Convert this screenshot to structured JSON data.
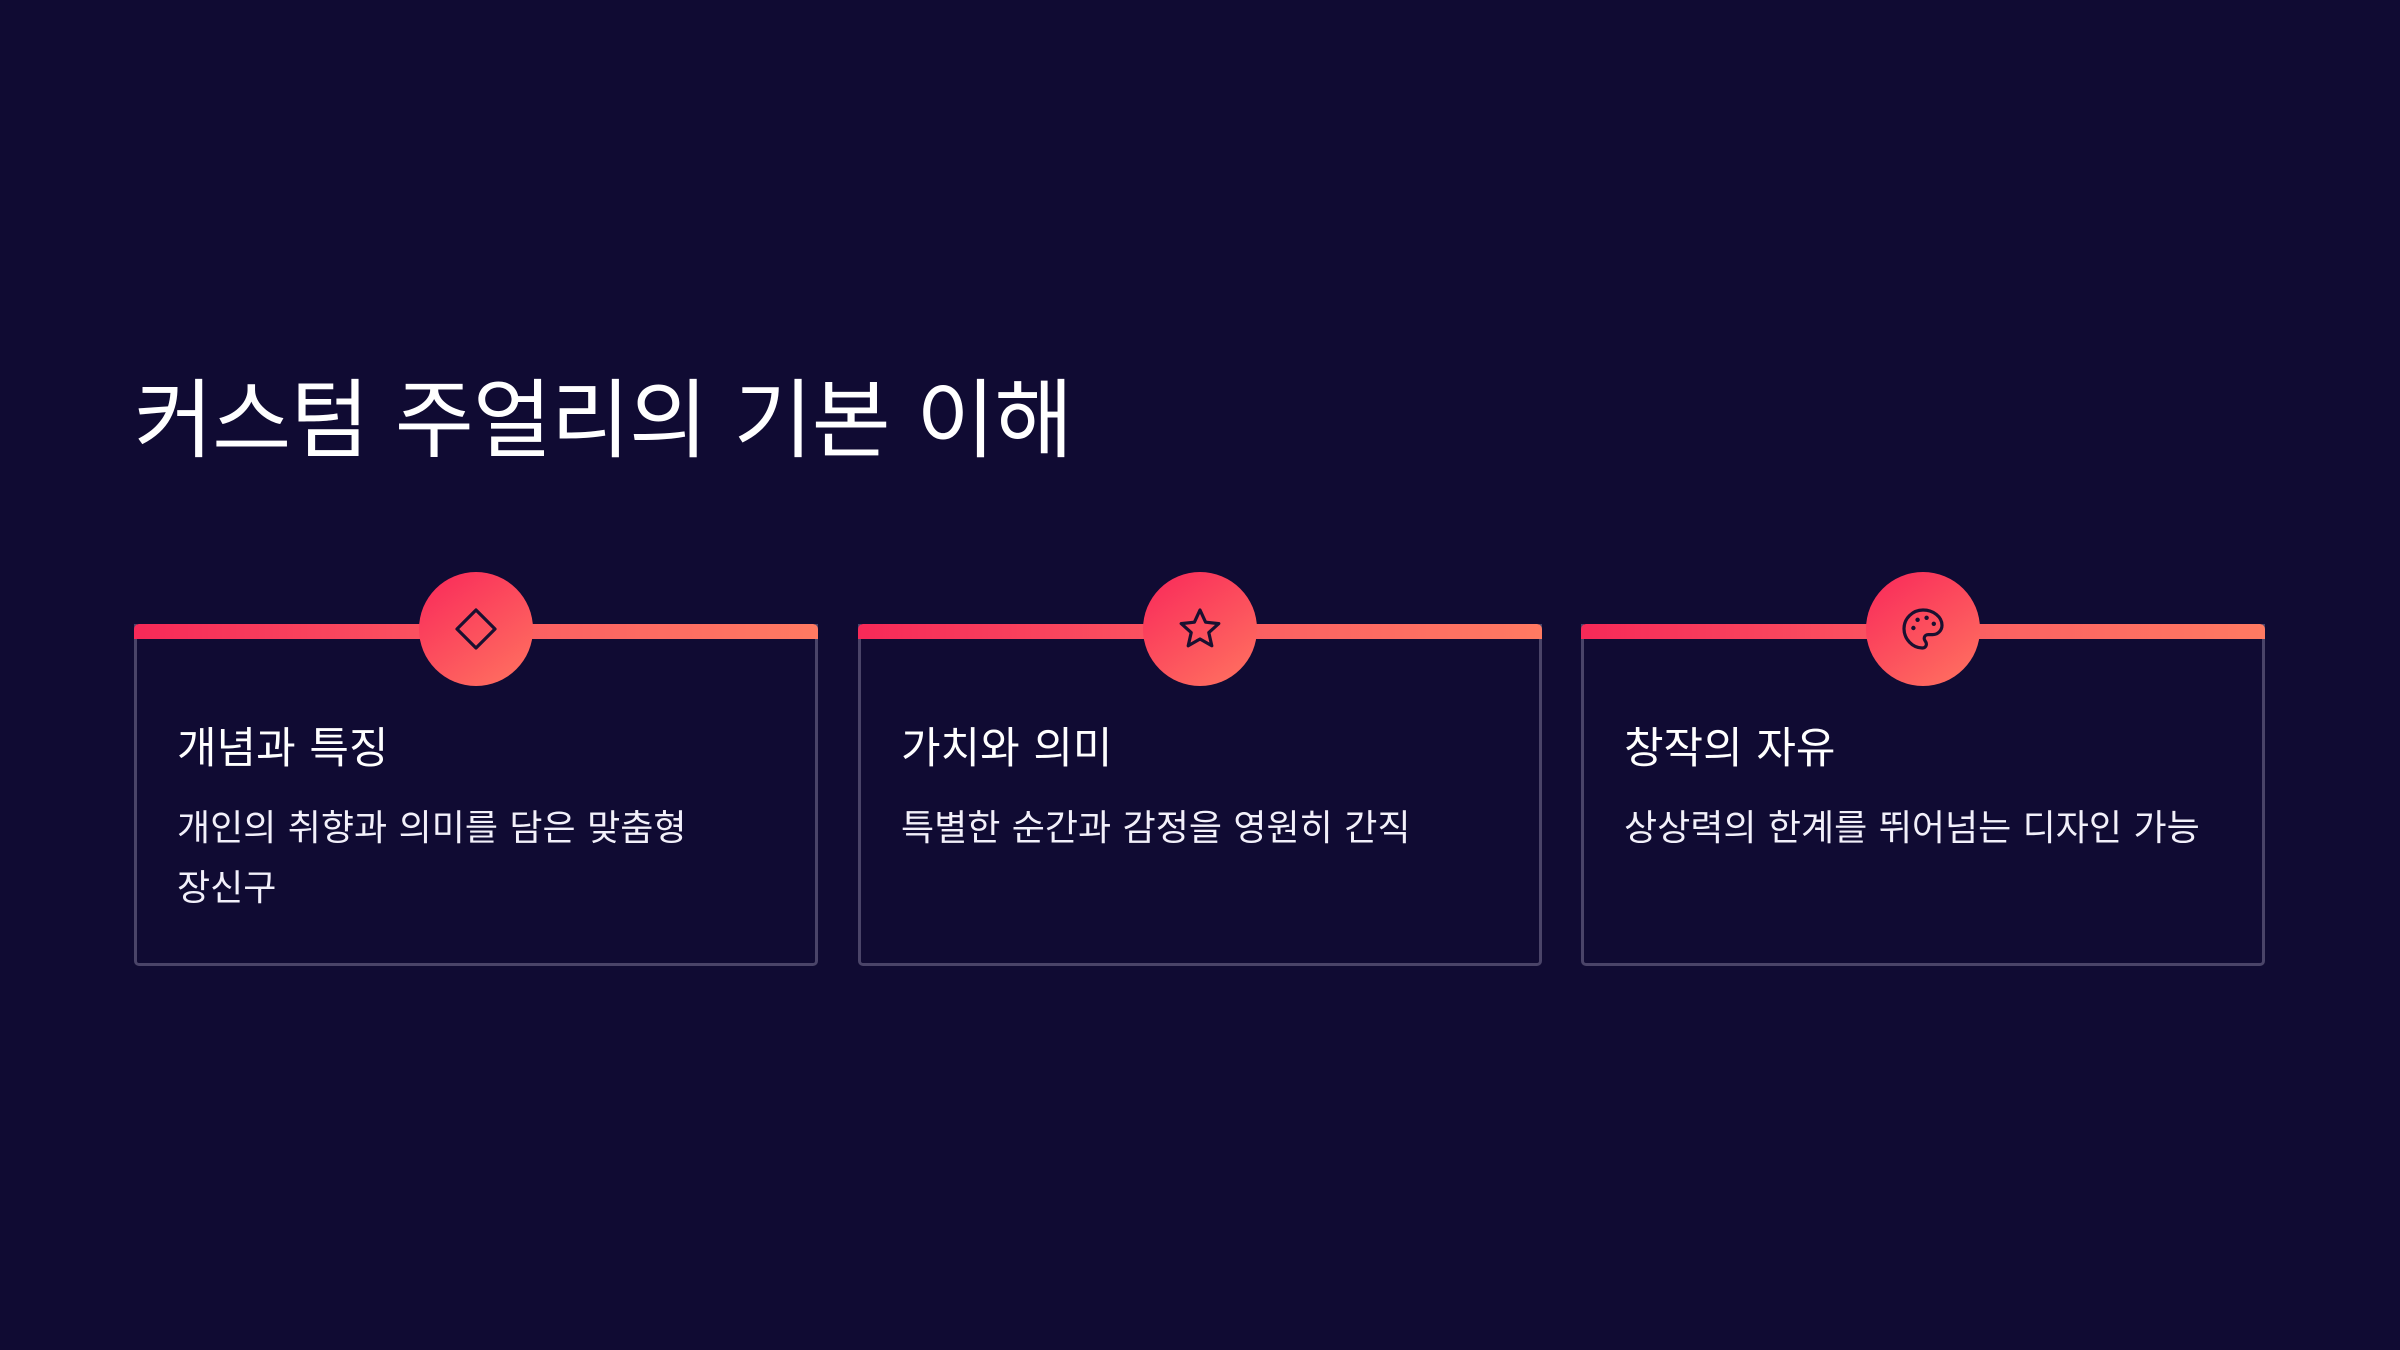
{
  "slide": {
    "title": "커스텀 주얼리의 기본 이해"
  },
  "cards": [
    {
      "icon": "diamond-icon",
      "title": "개념과 특징",
      "text": "개인의 취향과 의미를 담은 맞춤형 장신구"
    },
    {
      "icon": "star-icon",
      "title": "가치와 의미",
      "text": "특별한 순간과 감정을 영원히 간직"
    },
    {
      "icon": "palette-icon",
      "title": "창작의 자유",
      "text": "상상력의 한계를 뛰어넘는 디자인 가능"
    }
  ],
  "colors": {
    "background": "#100b33",
    "accent_start": "#f72958",
    "accent_end": "#ff7a62",
    "card_border": "#4a4468",
    "text": "#ffffff"
  }
}
